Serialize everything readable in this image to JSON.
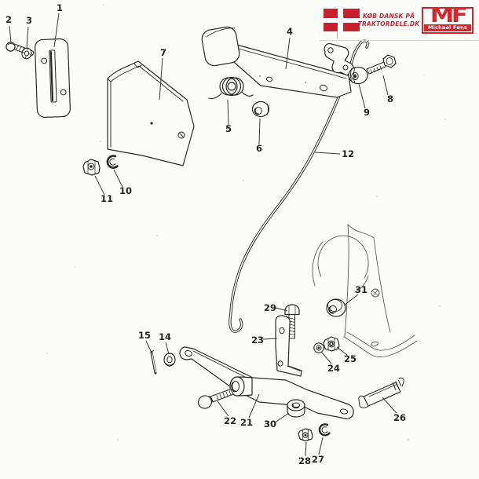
{
  "header": {
    "tagline_line1": "KØB DANSK PÅ",
    "tagline_line2": "TRAKTORDELE.DK",
    "brand_initials": "MF",
    "brand_name": "Michael Føns",
    "colors": {
      "flag_red": "#c8202c",
      "logo_red": "#d8262b",
      "tagline_red": "#cf2733"
    }
  },
  "diagram": {
    "ink": "#2b2924",
    "paper": "#fcfcf9",
    "labels": {
      "p1": "1",
      "p2": "2",
      "p3": "3",
      "p4": "4",
      "p5": "5",
      "p6": "6",
      "p7": "7",
      "p8": "8",
      "p9": "9",
      "p10": "10",
      "p11": "11",
      "p12": "12",
      "p14": "14",
      "p15": "15",
      "p21": "21",
      "p22": "22",
      "p23": "23",
      "p24": "24",
      "p25": "25",
      "p26": "26",
      "p27": "27",
      "p28": "28",
      "p29": "29",
      "p30": "30",
      "p31": "31"
    }
  }
}
